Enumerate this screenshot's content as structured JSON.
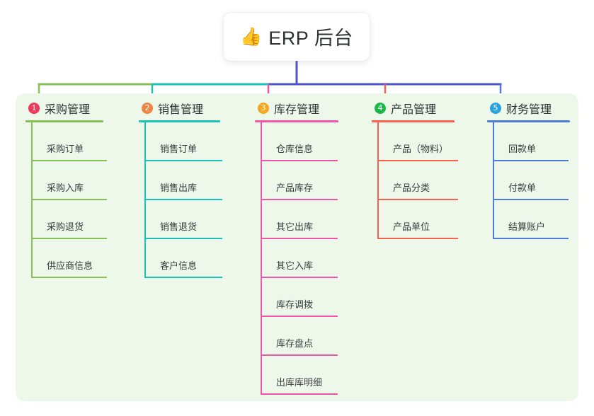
{
  "diagram": {
    "title": "ERP 后台",
    "type": "mind-map",
    "root": {
      "icon": "thumbs-up-icon",
      "emoji": "👍",
      "label": "ERP 后台"
    },
    "panel": {
      "background_color": "#eef8ea"
    },
    "connector_colors": {
      "root_stem": "#4f54c4",
      "bus_left": "#86bf58",
      "bus_mid": "#1cc3b2",
      "bus_right": "#4f54c4"
    },
    "branches": [
      {
        "number": "1",
        "label": "采购管理",
        "color": "#86bf58",
        "badge_color": "#f2375a",
        "items": [
          "采购订单",
          "采购入库",
          "采购退货",
          "供应商信息"
        ]
      },
      {
        "number": "2",
        "label": "销售管理",
        "color": "#1cc3b2",
        "badge_color": "#f18341",
        "items": [
          "销售订单",
          "销售出库",
          "销售退货",
          "客户信息"
        ]
      },
      {
        "number": "3",
        "label": "库存管理",
        "color": "#ef56a5",
        "badge_color": "#f5a81f",
        "items": [
          "仓库信息",
          "产品库存",
          "其它出库",
          "其它入库",
          "库存调拨",
          "库存盘点",
          "出库库明细"
        ]
      },
      {
        "number": "4",
        "label": "产品管理",
        "color": "#f8604f",
        "badge_color": "#1fb74b",
        "items": [
          "产品（物料）",
          "产品分类",
          "产品单位"
        ]
      },
      {
        "number": "5",
        "label": "财务管理",
        "color": "#4f7ad6",
        "badge_color": "#29a3e0",
        "items": [
          "回款单",
          "付款单",
          "结算账户"
        ]
      }
    ]
  }
}
